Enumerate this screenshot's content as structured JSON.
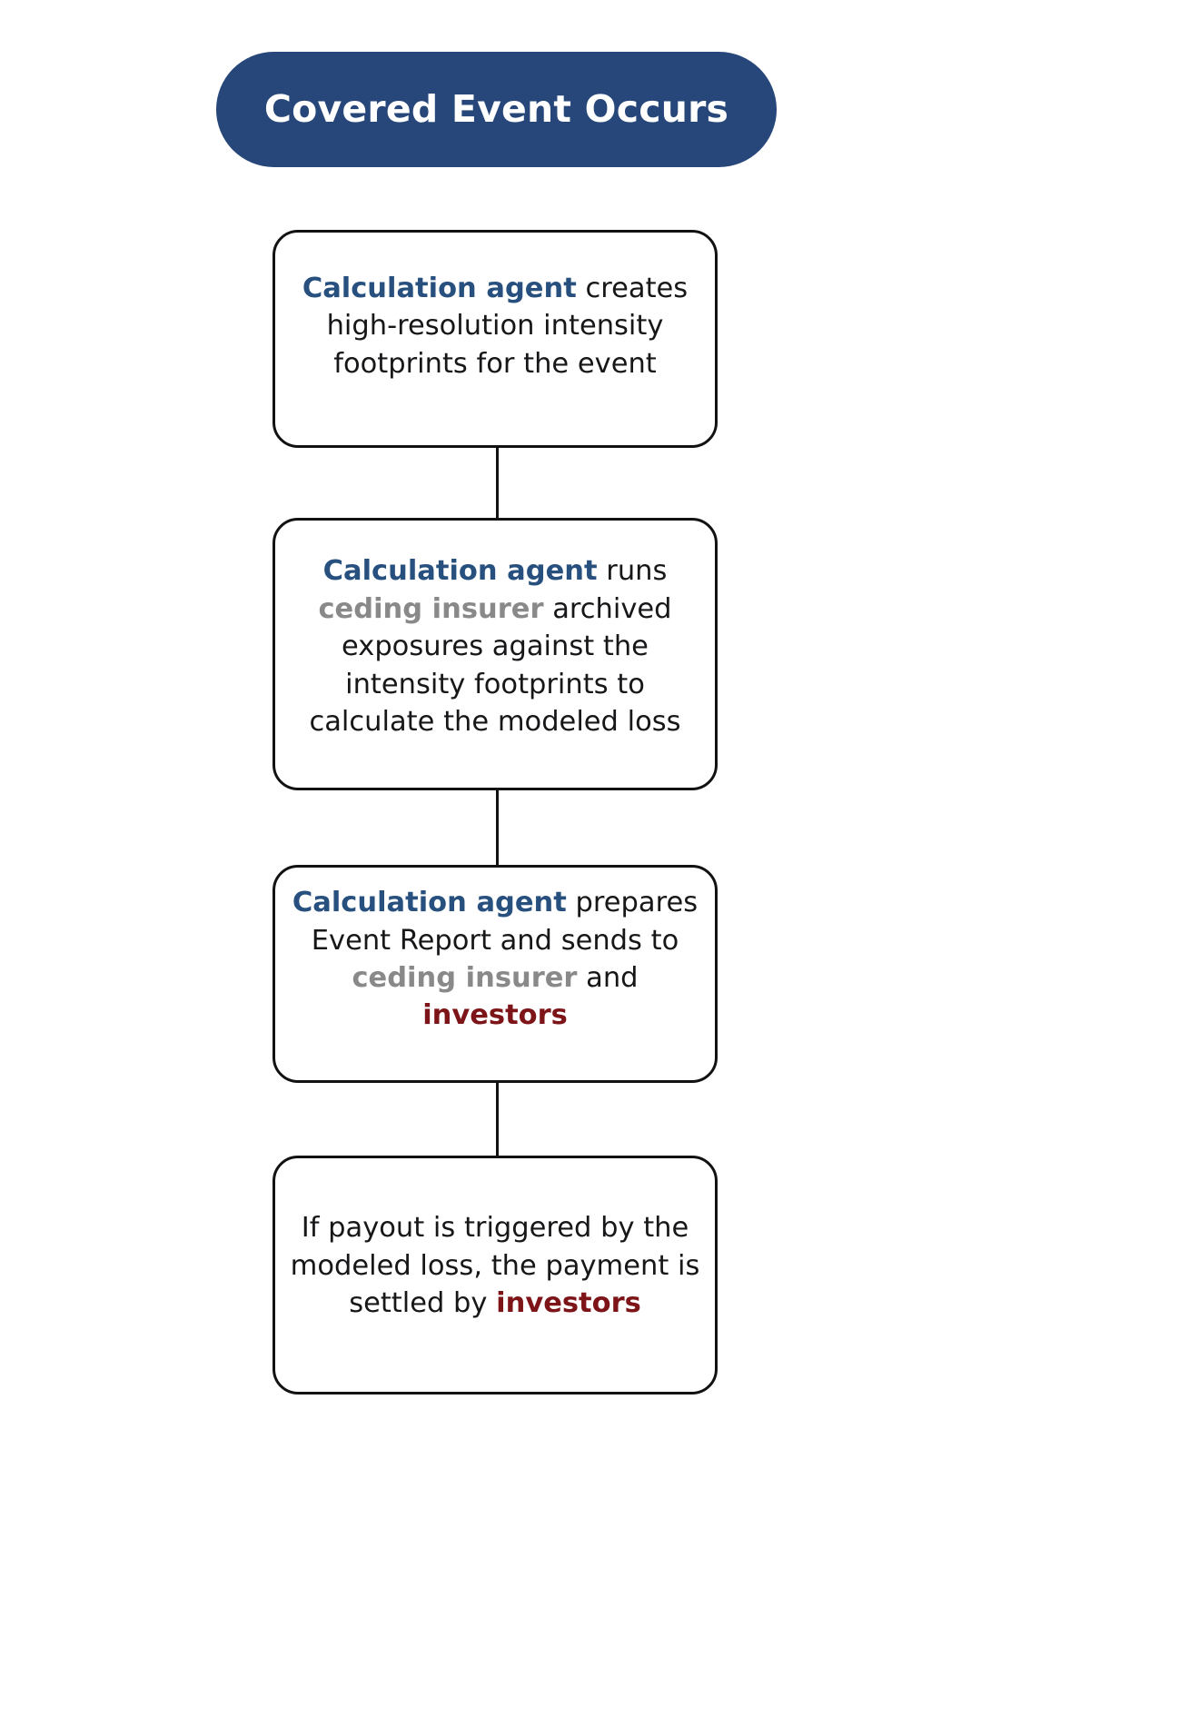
{
  "diagram": {
    "title": "Covered Event Occurs",
    "colors": {
      "pill_fill": "#27477A",
      "pill_text": "#FFFFFF",
      "box_border": "#121212",
      "box_fill": "#FFFFFF",
      "body_text": "#17171A",
      "calculation_agent": "#27507F",
      "ceding_insurer": "#898989",
      "investors": "#7C1418"
    },
    "start": {
      "label": "Covered Event Occurs",
      "shape": "pill"
    },
    "steps": [
      {
        "id": "step-1",
        "shape": "rounded-rectangle",
        "full_text": "Calculation agent creates high-resolution intensity footprints for the event",
        "segments": [
          {
            "text": "Calculation agent",
            "style": "agent"
          },
          {
            "text": " creates high-resolution intensity footprints for the event",
            "style": "plain"
          }
        ],
        "lines": [
          "Calculation agent creates",
          "high-resolution intensity",
          "footprints for the event"
        ]
      },
      {
        "id": "step-2",
        "shape": "rounded-rectangle",
        "full_text": "Calculation agent runs ceding insurer archived exposures against the intensity footprints to calculate the modeled loss",
        "segments": [
          {
            "text": "Calculation agent",
            "style": "agent"
          },
          {
            "text": " runs ",
            "style": "plain"
          },
          {
            "text": "ceding insurer",
            "style": "ceding"
          },
          {
            "text": " archived exposures against the intensity footprints to calculate the modeled loss",
            "style": "plain"
          }
        ],
        "lines": [
          "Calculation agent runs",
          "ceding insurer archived",
          "exposures against the",
          "intensity footprints to",
          "calculate the modeled loss"
        ]
      },
      {
        "id": "step-3",
        "shape": "rounded-rectangle",
        "full_text": "Calculation agent prepares Event Report and sends to ceding insurer and investors",
        "segments": [
          {
            "text": "Calculation agent",
            "style": "agent"
          },
          {
            "text": " prepares Event Report and sends to ",
            "style": "plain"
          },
          {
            "text": "ceding insurer",
            "style": "ceding"
          },
          {
            "text": " and ",
            "style": "plain"
          },
          {
            "text": "investors",
            "style": "investors"
          }
        ],
        "lines": [
          "Calculation agent prepares",
          "Event Report and sends to",
          "ceding insurer and investors"
        ]
      },
      {
        "id": "step-4",
        "shape": "rounded-rectangle",
        "full_text": "If payout is triggered by the modeled loss, the payment is settled by investors",
        "segments": [
          {
            "text": "If payout is triggered by the modeled loss, the payment is settled by ",
            "style": "plain"
          },
          {
            "text": "investors",
            "style": "investors"
          }
        ],
        "lines": [
          "If payout is triggered by the",
          "modeled loss, the payment",
          "is settled by investors"
        ]
      }
    ],
    "connectors": [
      {
        "from": "start-or-step-1",
        "to": "step-2",
        "type": "vertical-line"
      },
      {
        "from": "step-2",
        "to": "step-3",
        "type": "vertical-line"
      },
      {
        "from": "step-3",
        "to": "step-4",
        "type": "vertical-line"
      }
    ]
  }
}
